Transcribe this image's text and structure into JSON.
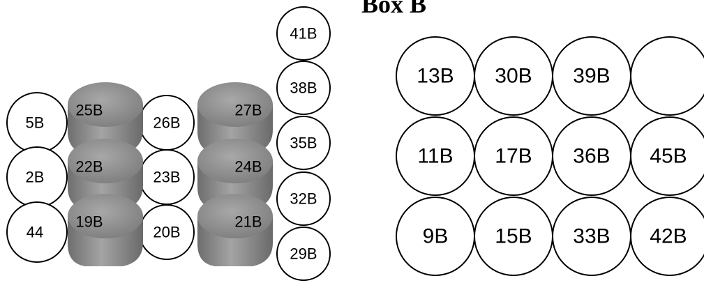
{
  "title": "Box B",
  "left_tray": {
    "col1": [
      "5B",
      "2B",
      "44"
    ],
    "col2_tubes": [
      "25B",
      "22B",
      "19B"
    ],
    "col3": [
      "26B",
      "23B",
      "20B"
    ],
    "col4_tubes": [
      "27B",
      "24B",
      "21B"
    ],
    "col5": [
      "41B",
      "38B",
      "35B",
      "32B",
      "29B"
    ]
  },
  "box_b": {
    "row1": [
      "13B",
      "30B",
      "39B",
      ""
    ],
    "row2": [
      "11B",
      "17B",
      "36B",
      "45B"
    ],
    "row3": [
      "9B",
      "15B",
      "33B",
      "42B"
    ]
  },
  "colors": {
    "circle_stroke": "#000000",
    "circle_fill": "#ffffff",
    "tube_fill": "#8c8c8c"
  }
}
